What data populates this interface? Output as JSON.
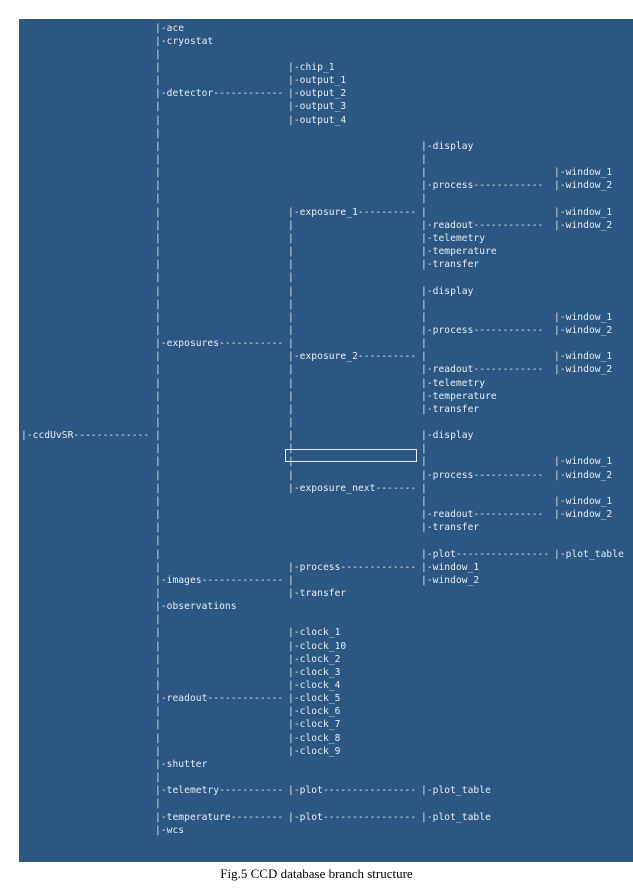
{
  "colors": {
    "panel": "#2b5782",
    "text": "#e6eef6",
    "cursor_border": "#e8eef6"
  },
  "caption": "Fig.5 CCD database branch structure",
  "rows": [
    {
      "cols": [
        "",
        "|-ace",
        "",
        "",
        ""
      ]
    },
    {
      "cols": [
        "",
        "|-cryostat",
        "",
        "",
        ""
      ]
    },
    {
      "cols": [
        "",
        "|",
        "",
        "",
        ""
      ]
    },
    {
      "cols": [
        "",
        "|",
        "|-chip_1",
        "",
        ""
      ]
    },
    {
      "cols": [
        "",
        "|",
        "|-output_1",
        "",
        ""
      ]
    },
    {
      "cols": [
        "",
        "|-detector------------",
        "|-output_2",
        "",
        ""
      ]
    },
    {
      "cols": [
        "",
        "|",
        "|-output_3",
        "",
        ""
      ]
    },
    {
      "cols": [
        "",
        "|",
        "|-output_4",
        "",
        ""
      ]
    },
    {
      "cols": [
        "",
        "|",
        "",
        "",
        ""
      ]
    },
    {
      "cols": [
        "",
        "|",
        "",
        "|-display",
        ""
      ]
    },
    {
      "cols": [
        "",
        "|",
        "",
        "|",
        ""
      ]
    },
    {
      "cols": [
        "",
        "|",
        "",
        "|",
        "|-window_1"
      ]
    },
    {
      "cols": [
        "",
        "|",
        "",
        "|-process------------",
        "|-window_2"
      ]
    },
    {
      "cols": [
        "",
        "|",
        "",
        "|",
        ""
      ]
    },
    {
      "cols": [
        "",
        "|",
        "|-exposure_1----------",
        "|",
        "|-window_1"
      ]
    },
    {
      "cols": [
        "",
        "|",
        "|",
        "|-readout------------",
        "|-window_2"
      ]
    },
    {
      "cols": [
        "",
        "|",
        "|",
        "|-telemetry",
        ""
      ]
    },
    {
      "cols": [
        "",
        "|",
        "|",
        "|-temperature",
        ""
      ]
    },
    {
      "cols": [
        "",
        "|",
        "|",
        "|-transfer",
        ""
      ]
    },
    {
      "cols": [
        "",
        "|",
        "|",
        "",
        ""
      ]
    },
    {
      "cols": [
        "",
        "|",
        "|",
        "|-display",
        ""
      ]
    },
    {
      "cols": [
        "",
        "|",
        "|",
        "|",
        ""
      ]
    },
    {
      "cols": [
        "",
        "|",
        "|",
        "|",
        "|-window_1"
      ]
    },
    {
      "cols": [
        "",
        "|",
        "|",
        "|-process------------",
        "|-window_2"
      ]
    },
    {
      "cols": [
        "",
        "|-exposures-----------",
        "|",
        "|",
        ""
      ]
    },
    {
      "cols": [
        "",
        "|",
        "|-exposure_2----------",
        "|",
        "|-window_1"
      ]
    },
    {
      "cols": [
        "",
        "|",
        "|",
        "|-readout------------",
        "|-window_2"
      ]
    },
    {
      "cols": [
        "",
        "|",
        "|",
        "|-telemetry",
        ""
      ]
    },
    {
      "cols": [
        "",
        "|",
        "|",
        "|-temperature",
        ""
      ]
    },
    {
      "cols": [
        "",
        "|",
        "|",
        "|-transfer",
        ""
      ]
    },
    {
      "cols": [
        "",
        "|",
        "|",
        "",
        ""
      ]
    },
    {
      "cols": [
        "|-ccdUvSR-------------",
        "|",
        "|",
        "|-display",
        ""
      ]
    },
    {
      "cols": [
        "",
        "|",
        "|",
        "|",
        ""
      ]
    },
    {
      "cols": [
        "",
        "|",
        "|",
        "|",
        "|-window_1"
      ]
    },
    {
      "cols": [
        "",
        "|",
        "|",
        "|-process------------",
        "|-window_2"
      ]
    },
    {
      "cols": [
        "",
        "|",
        "|-exposure_next-------",
        "|",
        ""
      ]
    },
    {
      "cols": [
        "",
        "|",
        "",
        "|",
        "|-window_1"
      ]
    },
    {
      "cols": [
        "",
        "|",
        "",
        "|-readout------------",
        "|-window_2"
      ]
    },
    {
      "cols": [
        "",
        "|",
        "",
        "|-transfer",
        ""
      ]
    },
    {
      "cols": [
        "",
        "|",
        "",
        "",
        ""
      ]
    },
    {
      "cols": [
        "",
        "|",
        "",
        "|-plot----------------",
        "|-plot_table"
      ]
    },
    {
      "cols": [
        "",
        "|",
        "|-process-------------",
        "|-window_1",
        ""
      ]
    },
    {
      "cols": [
        "",
        "|-images--------------",
        "|",
        "|-window_2",
        ""
      ]
    },
    {
      "cols": [
        "",
        "|",
        "|-transfer",
        "",
        ""
      ]
    },
    {
      "cols": [
        "",
        "|-observations",
        "",
        "",
        ""
      ]
    },
    {
      "cols": [
        "",
        "|",
        "",
        "",
        ""
      ]
    },
    {
      "cols": [
        "",
        "|",
        "|-clock_1",
        "",
        ""
      ]
    },
    {
      "cols": [
        "",
        "|",
        "|-clock_10",
        "",
        ""
      ]
    },
    {
      "cols": [
        "",
        "|",
        "|-clock_2",
        "",
        ""
      ]
    },
    {
      "cols": [
        "",
        "|",
        "|-clock_3",
        "",
        ""
      ]
    },
    {
      "cols": [
        "",
        "|",
        "|-clock_4",
        "",
        ""
      ]
    },
    {
      "cols": [
        "",
        "|-readout-------------",
        "|-clock_5",
        "",
        ""
      ]
    },
    {
      "cols": [
        "",
        "|",
        "|-clock_6",
        "",
        ""
      ]
    },
    {
      "cols": [
        "",
        "|",
        "|-clock_7",
        "",
        ""
      ]
    },
    {
      "cols": [
        "",
        "|",
        "|-clock_8",
        "",
        ""
      ]
    },
    {
      "cols": [
        "",
        "|",
        "|-clock_9",
        "",
        ""
      ]
    },
    {
      "cols": [
        "",
        "|-shutter",
        "",
        "",
        ""
      ]
    },
    {
      "cols": [
        "",
        "|",
        "",
        "",
        ""
      ]
    },
    {
      "cols": [
        "",
        "|-telemetry-----------",
        "|-plot----------------",
        "|-plot_table",
        ""
      ]
    },
    {
      "cols": [
        "",
        "|",
        "",
        "",
        ""
      ]
    },
    {
      "cols": [
        "",
        "|-temperature---------",
        "|-plot----------------",
        "|-plot_table",
        ""
      ]
    },
    {
      "cols": [
        "",
        "|-wcs",
        "",
        "",
        ""
      ]
    }
  ]
}
